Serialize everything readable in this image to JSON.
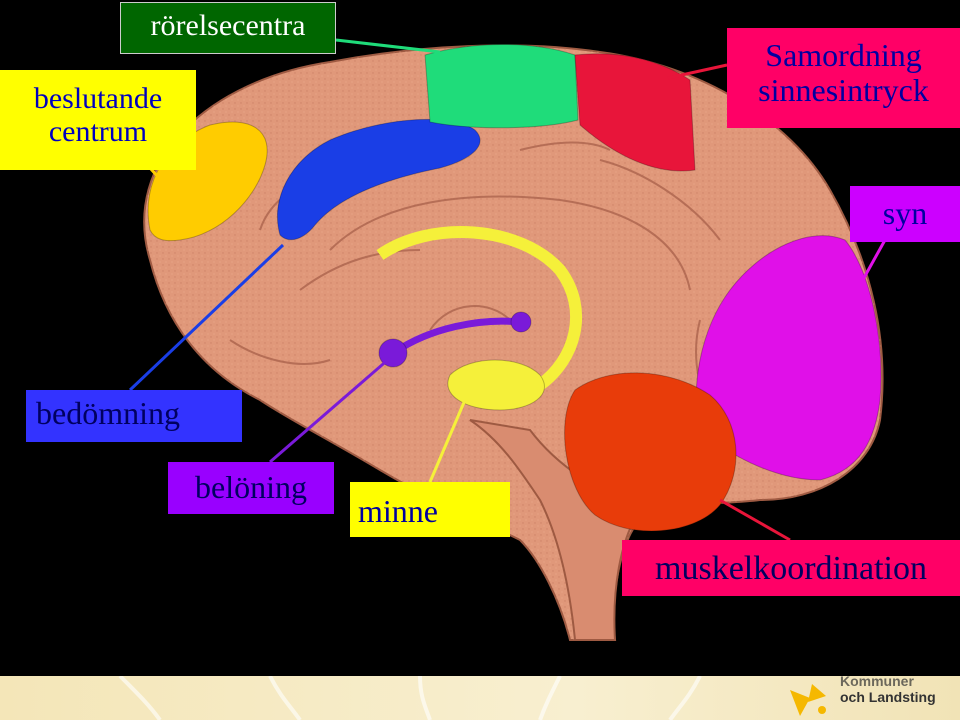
{
  "labels": {
    "decision_center": {
      "text": "beslutande\ncentrum",
      "bg": "#ffff00",
      "fg": "#0000c0"
    },
    "motor_center": {
      "text": "rörelsecentra",
      "bg": "#006600",
      "fg": "#ffffff"
    },
    "sensory_coordination": {
      "text": "Samordning\nsinnesintryck",
      "bg": "#ff0066",
      "fg": "#0000a0"
    },
    "vision": {
      "text": "syn",
      "bg": "#cc00ff",
      "fg": "#0000a0"
    },
    "judgment": {
      "text": "bedömning",
      "bg": "#3333ff",
      "fg": "#000060"
    },
    "reward": {
      "text": "belöning",
      "bg": "#9900ff",
      "fg": "#000060"
    },
    "memory": {
      "text": "minne",
      "bg": "#ffff00",
      "fg": "#0000a0"
    },
    "muscle_coordination": {
      "text": "muskelkoordination",
      "bg": "#ff0066",
      "fg": "#000060"
    }
  },
  "regions": {
    "decision": "#ffcc00",
    "judgment": "#1a3ee6",
    "motor": "#1fdc7a",
    "sensory": "#e8153a",
    "vision": "#e010e8",
    "cerebellum": "#e83c0a",
    "memory": "#f5f03a",
    "reward": "#7a1ad9",
    "brain": "#e0987a"
  },
  "footer": {
    "logo_line1": "Kommuner",
    "logo_line2": "och Landsting",
    "logo_color": "#f5b800"
  }
}
